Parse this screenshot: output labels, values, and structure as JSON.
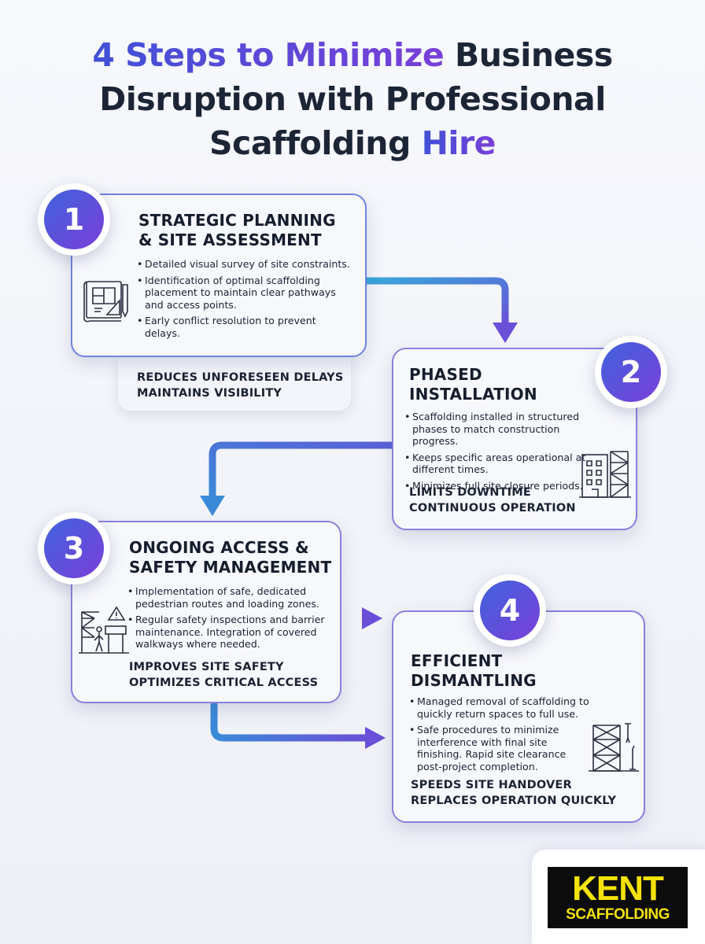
{
  "title": {
    "highlight": "4 Steps to Minimize",
    "rest_line1": " Business",
    "line2": "Disruption with Professional",
    "line3_plain": "Scaffolding ",
    "line3_highlight": "Hire"
  },
  "steps": [
    {
      "number": "1",
      "heading_line1": "STRATEGIC PLANNING",
      "heading_line2": "& SITE ASSESSMENT",
      "bullets": [
        "Detailed visual survey of site constraints.",
        "Identification of optimal scaffolding placement to maintain clear pathways and access points.",
        "Early conflict resolution to prevent delays."
      ],
      "outcome_line1": "REDUCES UNFORESEEN DELAYS",
      "outcome_line2": "MAINTAINS VISIBILITY",
      "icon": "blueprint-icon"
    },
    {
      "number": "2",
      "heading_line1": "PHASED",
      "heading_line2": "INSTALLATION",
      "bullets": [
        "Scaffolding installed in structured phases to match construction progress.",
        "Keeps specific areas operational at different times.",
        "Minimizes full site closure periods."
      ],
      "outcome_line1": "LIMITS DOWNTIME",
      "outcome_line2": "CONTINUOUS OPERATION",
      "icon": "building-scaffold-icon"
    },
    {
      "number": "3",
      "heading_line1": "ONGOING ACCESS &",
      "heading_line2": "SAFETY MANAGEMENT",
      "bullets": [
        "Implementation of safe, dedicated pedestrian routes and loading zones.",
        "Regular safety inspections and barrier maintenance. Integration of covered walkways where needed."
      ],
      "outcome_line1": "IMPROVES SITE SAFETY",
      "outcome_line2": "OPTIMIZES CRITICAL ACCESS",
      "icon": "pedestrian-route-icon"
    },
    {
      "number": "4",
      "heading_line1": "EFFICIENT",
      "heading_line2": "DISMANTLING",
      "bullets": [
        "Managed removal of scaffolding to quickly return spaces to full use.",
        "Safe procedures to minimize interference with final site finishing. Rapid site clearance post-project completion."
      ],
      "outcome_line1": "SPEEDS SITE HANDOVER",
      "outcome_line2": "REPLACES OPERATION QUICKLY",
      "icon": "scaffold-frame-icon"
    }
  ],
  "logo": {
    "line1": "KENT",
    "line2": "SCAFFOLDING",
    "colors": {
      "text": "#f4e20a",
      "background": "#0c0c0c"
    }
  },
  "colors": {
    "accent_blue": "#3f63dc",
    "accent_purple": "#7b3fd9",
    "heading": "#1c2536"
  }
}
